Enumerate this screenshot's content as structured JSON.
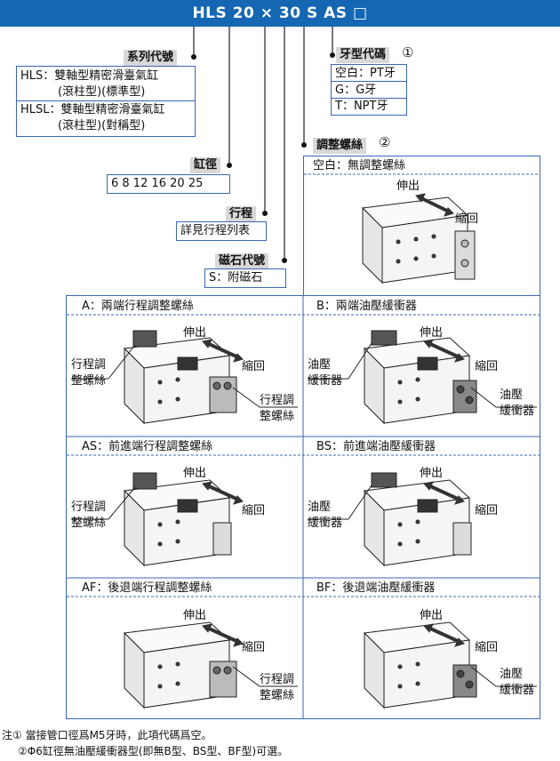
{
  "header": {
    "code": "HLS  20 × 30 S AS □"
  },
  "series": {
    "title": "系列代號",
    "rows": [
      [
        "HLS：雙軸型精密滑臺氣缸",
        "(滾柱型)(標準型)"
      ],
      [
        "HLSL：雙軸型精密滑臺氣缸",
        "(滾柱型)(對稱型)"
      ]
    ]
  },
  "bore": {
    "title": "缸徑",
    "values": "6  8  12  16  20  25"
  },
  "stroke": {
    "title": "行程",
    "value": "詳見行程列表"
  },
  "magnet": {
    "title": "磁石代號",
    "value": "S：附磁石"
  },
  "thread": {
    "title": "牙型代碼",
    "mark": "①",
    "options": [
      "空白：PT牙",
      "G：G牙",
      "T：NPT牙"
    ]
  },
  "adjust": {
    "title": "調整螺絲",
    "mark": "②"
  },
  "panels": {
    "blank": {
      "title": "空白：無調整螺絲"
    },
    "a": {
      "title": "A：兩端行程調整螺絲"
    },
    "b": {
      "title": "B：兩端油壓緩衝器"
    },
    "as": {
      "title": "AS：前進端行程調整螺絲"
    },
    "bs": {
      "title": "BS：前進端油壓緩衝器"
    },
    "af": {
      "title": "AF：後退端行程調整螺絲"
    },
    "bf": {
      "title": "BF：後退端油壓緩衝器"
    }
  },
  "labels": {
    "extend": "伸出",
    "retract": "縮回",
    "adj_screw_1": "行程調",
    "adj_screw_2": "整螺絲",
    "shock_1": "油壓",
    "shock_2": "緩衝器"
  },
  "notes": [
    "注① 當接管口徑爲M5牙時，此項代碼爲空。",
    "②Φ6缸徑無油壓緩衝器型(即無B型、BS型、BF型)可選。"
  ],
  "colors": {
    "header": "#1567b3",
    "frame": "#3a67b5",
    "tag": "#d8d8d8"
  }
}
